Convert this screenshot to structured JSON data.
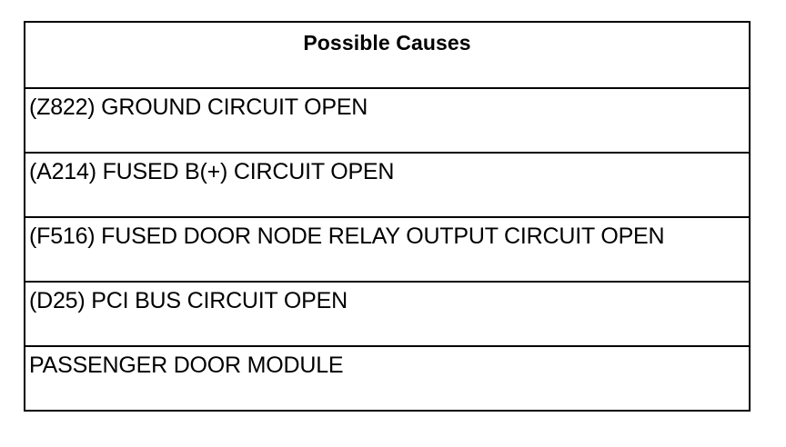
{
  "table": {
    "header": "Possible Causes",
    "rows": [
      "(Z822) GROUND CIRCUIT OPEN",
      "(A214) FUSED B(+) CIRCUIT OPEN",
      "(F516) FUSED DOOR NODE RELAY OUTPUT CIRCUIT OPEN",
      "(D25) PCI BUS CIRCUIT OPEN",
      "PASSENGER DOOR MODULE"
    ]
  }
}
